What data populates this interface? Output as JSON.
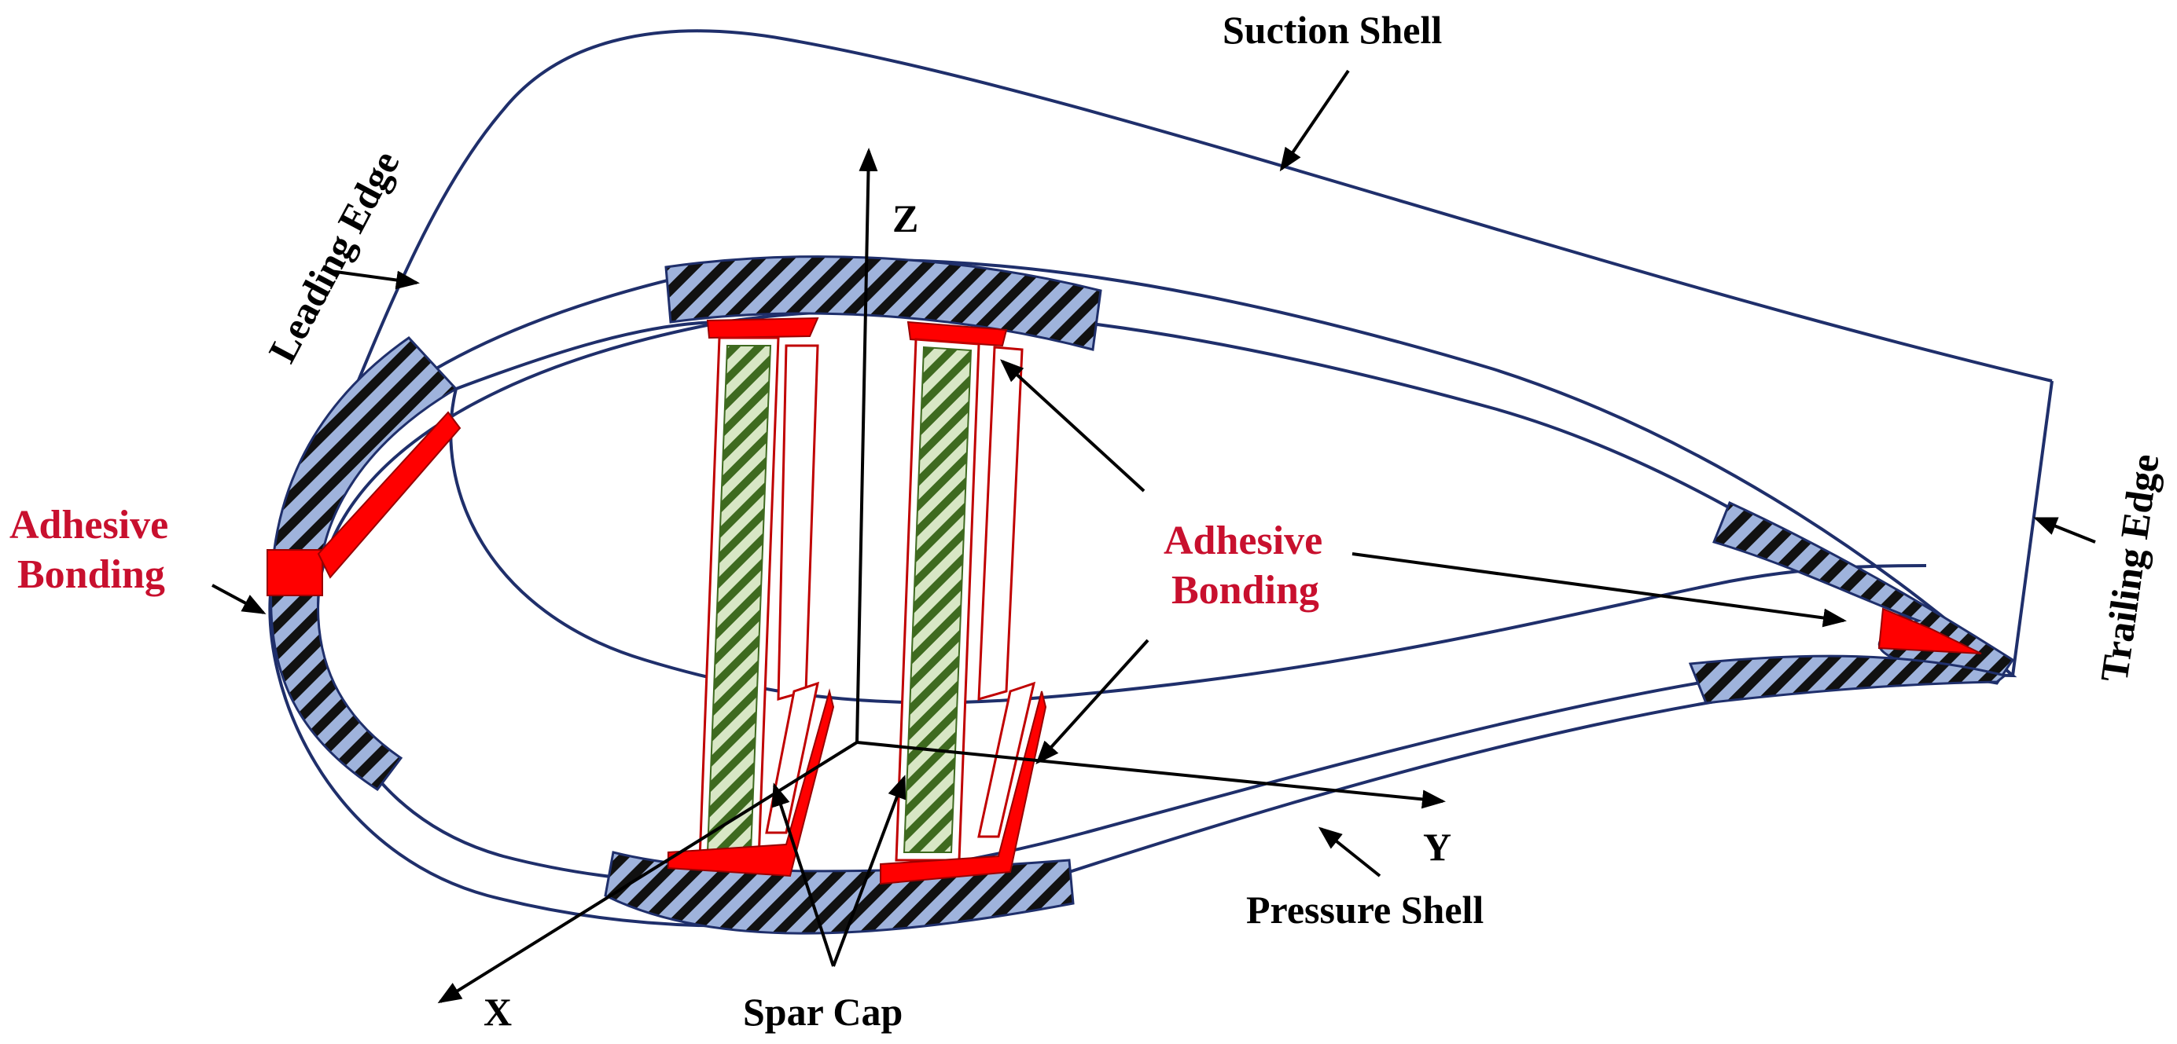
{
  "labels": {
    "suction_shell": "Suction Shell",
    "leading_edge": "Leading Edge",
    "trailing_edge": "Trailing Edge",
    "adhesive_bonding_left_line1": "Adhesive",
    "adhesive_bonding_left_line2": "Bonding",
    "adhesive_bonding_center_line1": "Adhesive",
    "adhesive_bonding_center_line2": "Bonding",
    "pressure_shell": "Pressure Shell",
    "spar_cap": "Spar Cap",
    "axis_x": "X",
    "axis_y": "Y",
    "axis_z": "Z"
  },
  "colors": {
    "outline": "#1f2f6b",
    "hatch_fill": "#9fb3dc",
    "hatch_stripe": "#111111",
    "adhesive": "#ff0000",
    "web_hatch_fill": "#d8e7c5",
    "web_hatch_stripe": "#3e6a1f",
    "label_red": "#c8102e",
    "label_black": "#000000"
  }
}
